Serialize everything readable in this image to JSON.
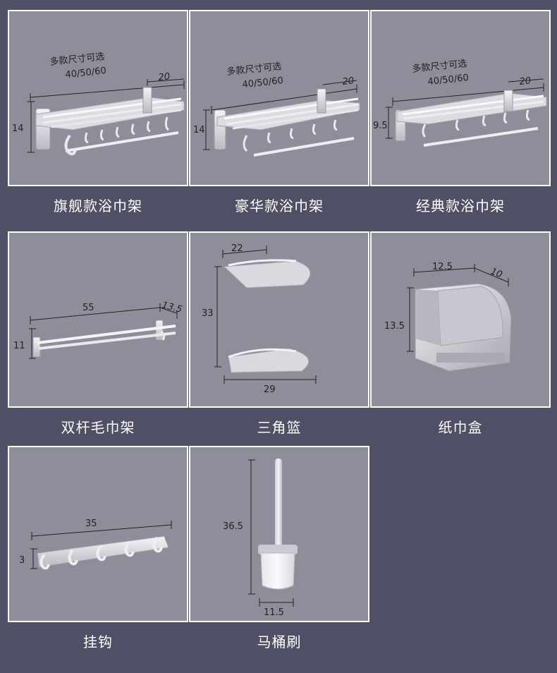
{
  "products": [
    {
      "caption": "旗舰款浴巾架",
      "note_line1": "多款尺寸可选",
      "note_line2": "40/50/60",
      "depth": "20",
      "height": "14"
    },
    {
      "caption": "豪华款浴巾架",
      "note_line1": "多款尺寸可选",
      "note_line2": "40/50/60",
      "depth": "20",
      "height": "14"
    },
    {
      "caption": "经典款浴巾架",
      "note_line1": "多款尺寸可选",
      "note_line2": "40/50/60",
      "depth": "20",
      "height": "9.5"
    },
    {
      "caption": "双杆毛巾架",
      "width": "55",
      "depth": "13.5",
      "height": "11"
    },
    {
      "caption": "三角篮",
      "top_width": "22",
      "height": "33",
      "bottom_width": "29"
    },
    {
      "caption": "纸巾盒",
      "width": "12.5",
      "depth": "10",
      "height": "13.5"
    },
    {
      "caption": "挂钩",
      "width": "35",
      "height": "3"
    },
    {
      "caption": "马桶刷",
      "height": "36.5",
      "width": "11.5"
    }
  ]
}
